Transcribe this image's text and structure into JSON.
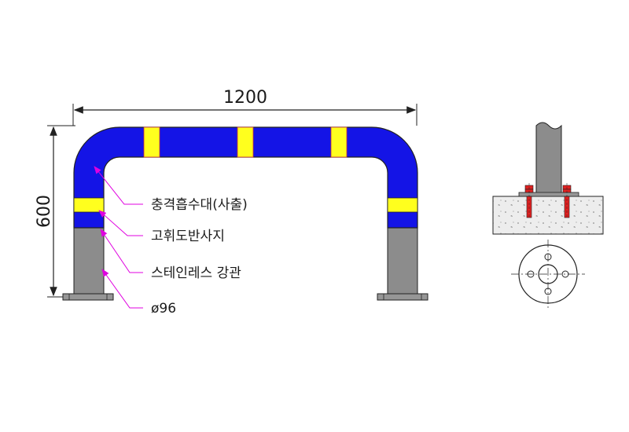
{
  "dimensions": {
    "width": "1200",
    "height": "600"
  },
  "labels": [
    {
      "id": "shock-absorber",
      "text": "충격흡수대(사출)"
    },
    {
      "id": "high-reflective-sheet",
      "text": "고휘도반사지"
    },
    {
      "id": "stainless-pipe",
      "text": "스테인레스 강관"
    },
    {
      "id": "diameter",
      "text": "ø96"
    }
  ],
  "colors": {
    "guard_body": "#1414e6",
    "reflector": "#ffff1e",
    "steel_pipe": "#8c8c8c",
    "base_plate": "#969696",
    "leader_line": "#e000e0",
    "anchor_bolt": "#e02020",
    "concrete": "#ededed",
    "outline": "#222222"
  },
  "icons": {
    "concrete-footing": "concrete-block",
    "anchor-bolt": "bolt",
    "base-flange": "circular-flange"
  }
}
